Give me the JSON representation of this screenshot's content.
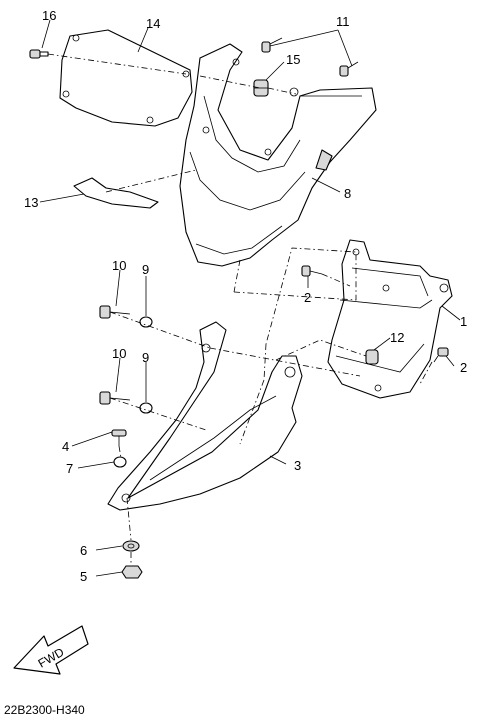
{
  "callouts": {
    "c16": "16",
    "c14": "14",
    "c11": "11",
    "c15": "15",
    "c13": "13",
    "c8": "8",
    "c10a": "10",
    "c9a": "9",
    "c2a": "2",
    "c1": "1",
    "c12": "12",
    "c2b": "2",
    "c10b": "10",
    "c9b": "9",
    "c4": "4",
    "c7": "7",
    "c3": "3",
    "c6": "6",
    "c5": "5"
  },
  "fwd_label": "FWD",
  "diagram_code": "22B2300-H340"
}
